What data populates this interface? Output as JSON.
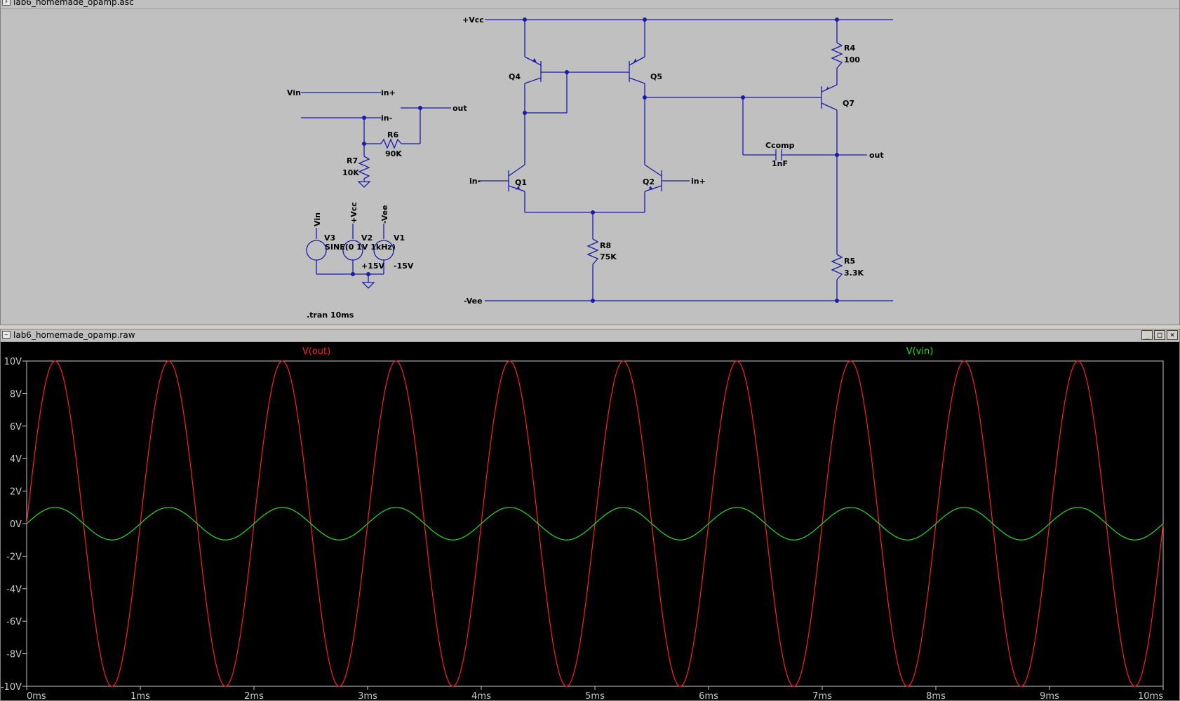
{
  "schematic_window": {
    "title": "lab6_homemade_opamp.asc"
  },
  "schematic": {
    "nets": {
      "vcc": "+Vcc",
      "vee": "-Vee",
      "vin": "Vin",
      "in_plus": "in+",
      "in_minus": "in-",
      "out": "out"
    },
    "components": {
      "R4": {
        "ref": "R4",
        "value": "100"
      },
      "R5": {
        "ref": "R5",
        "value": "3.3K"
      },
      "R6": {
        "ref": "R6",
        "value": "90K"
      },
      "R7": {
        "ref": "R7",
        "value": "10K"
      },
      "R8": {
        "ref": "R8",
        "value": "75K"
      },
      "Ccomp": {
        "ref": "Ccomp",
        "value": "1nF"
      },
      "Q1": {
        "ref": "Q1"
      },
      "Q2": {
        "ref": "Q2"
      },
      "Q4": {
        "ref": "Q4"
      },
      "Q5": {
        "ref": "Q5"
      },
      "Q7": {
        "ref": "Q7"
      },
      "V1": {
        "ref": "V1",
        "value": "-15V"
      },
      "V2": {
        "ref": "V2",
        "value": "+15V"
      },
      "V3": {
        "ref": "V3",
        "value": "SINE(0 1V 1kHz)"
      }
    },
    "source_nets": {
      "v3": "Vin",
      "v2": "+Vcc",
      "v1": "-Vee"
    },
    "directive": ".tran 10ms"
  },
  "waveform_window": {
    "title": "lab6_homemade_opamp.raw",
    "buttons": {
      "minimize": "_",
      "maximize": "□",
      "close": "×"
    }
  },
  "chart_data": {
    "type": "line",
    "x_unit": "ms",
    "xlim": [
      0,
      10
    ],
    "ylim": [
      -10,
      10
    ],
    "x_ticks": [
      "0ms",
      "1ms",
      "2ms",
      "3ms",
      "4ms",
      "5ms",
      "6ms",
      "7ms",
      "8ms",
      "9ms",
      "10ms"
    ],
    "y_ticks": [
      "10V",
      "8V",
      "6V",
      "4V",
      "2V",
      "0V",
      "-2V",
      "-4V",
      "-6V",
      "-8V",
      "-10V"
    ],
    "grid": false,
    "series": [
      {
        "name": "V(out)",
        "color": "#ff2020",
        "function": "sine",
        "amplitude": 10,
        "frequency_khz": 1,
        "offset": 0
      },
      {
        "name": "V(vin)",
        "color": "#20e020",
        "function": "sine",
        "amplitude": 1,
        "frequency_khz": 1,
        "offset": 0
      }
    ]
  },
  "colors": {
    "wire": "#1a1aaa",
    "schematic_bg": "#c0c0c0",
    "plot_bg": "#000000",
    "axis": "#c8c8c8"
  }
}
